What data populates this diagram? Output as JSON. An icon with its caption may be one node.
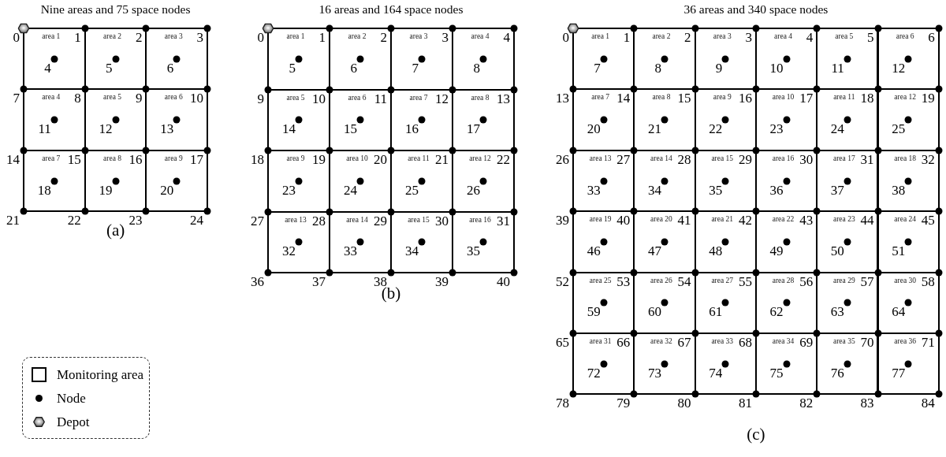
{
  "diagram": {
    "nodes": [
      {
        "text": [
          "area 1"
        ]
      },
      {
        "text": [
          "area 2"
        ]
      },
      {
        "text": [
          "area 3"
        ]
      },
      {
        "text": [
          "area 4"
        ]
      },
      {
        "text": [
          "area 5"
        ]
      },
      {
        "text": [
          "area 6"
        ]
      },
      {
        "text": [
          "area 7"
        ]
      },
      {
        "text": [
          "area 8"
        ]
      },
      {
        "text": [
          "area 9"
        ]
      },
      {
        "text": [
          "area 1"
        ]
      },
      {
        "text": [
          "area 2"
        ]
      },
      {
        "text": [
          "area 3"
        ]
      },
      {
        "text": [
          "area 4"
        ]
      },
      {
        "text": [
          "area 5"
        ]
      },
      {
        "text": [
          "area 6"
        ]
      },
      {
        "text": [
          "area 7"
        ]
      },
      {
        "text": [
          "area 8"
        ]
      },
      {
        "text": [
          "area 9"
        ]
      },
      {
        "text": [
          "area 10"
        ]
      },
      {
        "text": [
          "area 11"
        ]
      },
      {
        "text": [
          "area 12"
        ]
      },
      {
        "text": [
          "area 13"
        ]
      },
      {
        "text": [
          "area 14"
        ]
      },
      {
        "text": [
          "area 15"
        ]
      },
      {
        "text": [
          "area 16"
        ]
      },
      {
        "text": [
          "area 1"
        ]
      },
      {
        "text": [
          "area 2"
        ]
      },
      {
        "text": [
          "area 3"
        ]
      },
      {
        "text": [
          "area 4"
        ]
      },
      {
        "text": [
          "area 5"
        ]
      },
      {
        "text": [
          "area 6"
        ]
      },
      {
        "text": [
          "area 7"
        ]
      },
      {
        "text": [
          "area 8"
        ]
      },
      {
        "text": [
          "area 9"
        ]
      },
      {
        "text": [
          "area 10"
        ]
      },
      {
        "text": [
          "area 11"
        ]
      },
      {
        "text": [
          "area 12"
        ]
      },
      {
        "text": [
          "area 13"
        ]
      },
      {
        "text": [
          "area 14"
        ]
      },
      {
        "text": [
          "area 15"
        ]
      },
      {
        "text": [
          "area 16"
        ]
      },
      {
        "text": [
          "area 17"
        ]
      },
      {
        "text": [
          "area 18"
        ]
      },
      {
        "text": [
          "area 19"
        ]
      },
      {
        "text": [
          "area 20"
        ]
      },
      {
        "text": [
          "area 21"
        ]
      },
      {
        "text": [
          "area 22"
        ]
      },
      {
        "text": [
          "area 23"
        ]
      },
      {
        "text": [
          "area 24"
        ]
      },
      {
        "text": [
          "area 25"
        ]
      },
      {
        "text": [
          "area 26"
        ]
      },
      {
        "text": [
          "area 27"
        ]
      },
      {
        "text": [
          "area 28"
        ]
      },
      {
        "text": [
          "area 29"
        ]
      },
      {
        "text": [
          "area 30"
        ]
      },
      {
        "text": [
          "area 31"
        ]
      },
      {
        "text": [
          "area 32"
        ]
      },
      {
        "text": [
          "area 33"
        ]
      },
      {
        "text": [
          "area 34"
        ]
      },
      {
        "text": [
          "area 35"
        ]
      },
      {
        "text": [
          "area 36"
        ]
      }
    ],
    "labels": [
      "Nine areas and 75 space nodes",
      "0",
      "1",
      "2",
      "3",
      "4",
      "5",
      "6",
      "7",
      "8",
      "9",
      "10",
      "11",
      "12",
      "13",
      "14",
      "15",
      "16",
      "17",
      "18",
      "19",
      "20",
      "21",
      "22",
      "23",
      "24",
      "(a)",
      "16 areas and 164 space nodes",
      "0",
      "1",
      "2",
      "3",
      "4",
      "5",
      "6",
      "7",
      "8",
      "9",
      "10",
      "11",
      "12",
      "13",
      "14",
      "15",
      "16",
      "17",
      "18",
      "19",
      "20",
      "21",
      "22",
      "23",
      "24",
      "25",
      "26",
      "27",
      "28",
      "29",
      "30",
      "31",
      "32",
      "33",
      "34",
      "35",
      "36",
      "37",
      "38",
      "39",
      "40",
      "(b)",
      "36 areas and 340 space nodes",
      "0",
      "1",
      "2",
      "3",
      "4",
      "5",
      "6",
      "7",
      "8",
      "9",
      "10",
      "11",
      "12",
      "13",
      "14",
      "15",
      "16",
      "17",
      "18",
      "19",
      "20",
      "21",
      "22",
      "23",
      "24",
      "25",
      "26",
      "27",
      "28",
      "29",
      "30",
      "31",
      "32",
      "33",
      "34",
      "35",
      "36",
      "37",
      "38",
      "39",
      "40",
      "41",
      "42",
      "43",
      "44",
      "45",
      "46",
      "47",
      "48",
      "49",
      "50",
      "51",
      "52",
      "53",
      "54",
      "55",
      "56",
      "57",
      "58",
      "59",
      "60",
      "61",
      "62",
      "63",
      "64",
      "65",
      "66",
      "67",
      "68",
      "69",
      "70",
      "71",
      "72",
      "73",
      "74",
      "75",
      "76",
      "77",
      "78",
      "79",
      "80",
      "81",
      "82",
      "83",
      "84",
      "(c)"
    ],
    "legend": [
      {
        "text": "Monitoring area"
      },
      {
        "text": "Node"
      },
      {
        "text": "Depot"
      }
    ]
  }
}
